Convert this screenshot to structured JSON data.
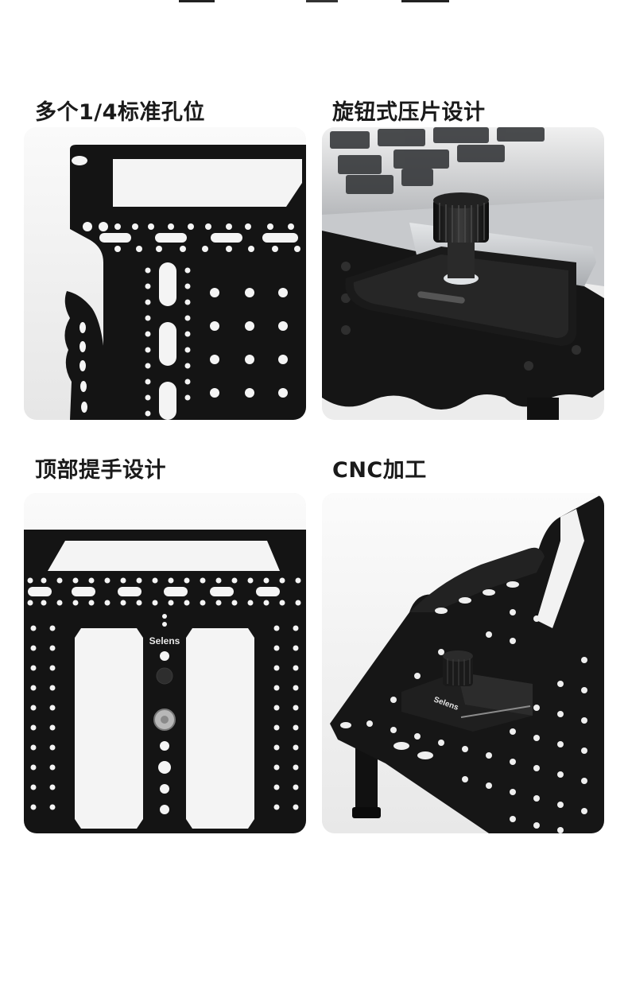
{
  "features": [
    {
      "title": "多个1/4标准孔位",
      "image": "plate-corner-holes-photo"
    },
    {
      "title": "旋钮式压片设计",
      "image": "knob-clamp-laptop-photo"
    },
    {
      "title": "顶部提手设计",
      "image": "top-handle-plate-photo"
    },
    {
      "title": "CNC加工",
      "image": "cnc-plate-stand-photo"
    }
  ],
  "brand": "Selens",
  "colors": {
    "metal": "#141414",
    "background": "#ffffff",
    "text": "#1a1a1a"
  }
}
